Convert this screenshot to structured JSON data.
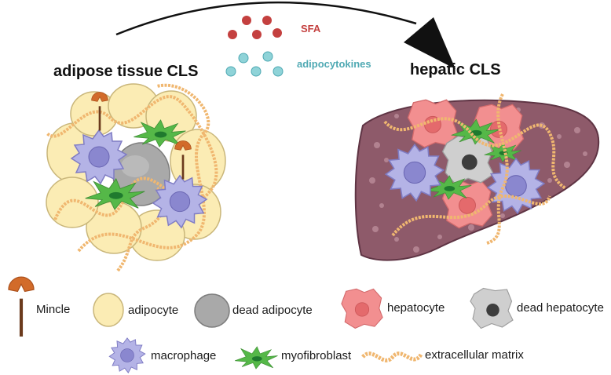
{
  "titles": {
    "left": "adipose tissue CLS",
    "right": "hepatic CLS"
  },
  "signals": [
    {
      "label": "SFA",
      "color": "#c4403f"
    },
    {
      "label": "adipocytokines",
      "color": "#4fa9b3"
    }
  ],
  "legend": {
    "mincle": "Mincle",
    "adipocyte": "adipocyte",
    "dead_adipocyte": "dead adipocyte",
    "hepatocyte": "hepatocyte",
    "dead_hepatocyte": "dead hepatocyte",
    "macrophage": "macrophage",
    "myofibroblast": "myofibroblast",
    "ecm": "extracellular matrix"
  },
  "colors": {
    "adipocyte_fill": "#fbecb4",
    "adipocyte_stroke": "#c9b67a",
    "dead_adipocyte": "#a9a9a9",
    "macrophage": "#b4b3e6",
    "macrophage_nucleus": "#8a87cf",
    "myofibroblast": "#55b848",
    "myofibroblast_nucleus": "#1f7a2e",
    "ecm": "#f0b770",
    "mincle_head": "#d26b2a",
    "mincle_stem": "#6b3a1d",
    "hepatocyte": "#f28f90",
    "dead_hepatocyte": "#cfcfcf",
    "liver": "#8e5a6a",
    "arrow": "#111111"
  }
}
